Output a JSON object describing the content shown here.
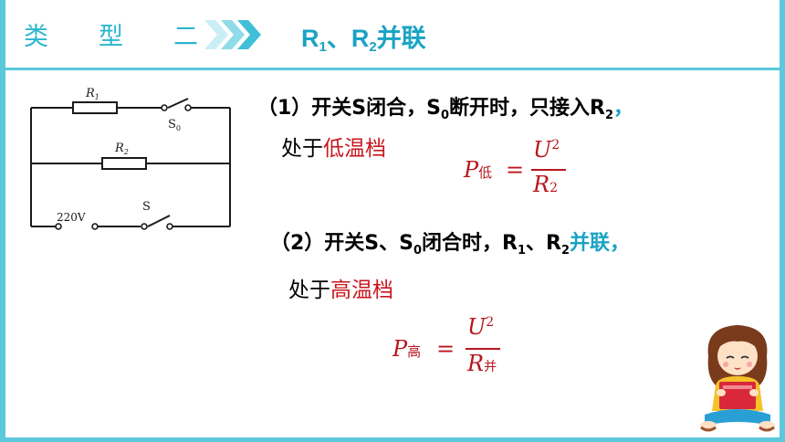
{
  "header": {
    "type_chars": [
      "类",
      "型",
      "二"
    ],
    "title_r1": "R",
    "title_r1_sub": "1",
    "title_sep": "、",
    "title_r2": "R",
    "title_r2_sub": "2",
    "title_tail": "并联",
    "accent_color": "#5bc8dc",
    "title_color": "#1aa3c4"
  },
  "circuit": {
    "r1_label": "R",
    "r1_sub": "1",
    "r2_label": "R",
    "r2_sub": "2",
    "s0_label": "S",
    "s0_sub": "0",
    "voltage_label": "220V",
    "s_label": "S"
  },
  "case1": {
    "prefix": "（1）开关S闭合，S",
    "s_sub": "0",
    "mid": "断开时，只接入R",
    "r_sub": "2",
    "comma": "，",
    "state_prefix": "处于",
    "state": "低温档",
    "formula": {
      "p": "P",
      "p_sub": "低",
      "num": "U",
      "num_exp": "2",
      "den": "R",
      "den_sub": "2"
    }
  },
  "case2": {
    "prefix": "（2）开关S、S",
    "s_sub": "0",
    "mid": "闭合时，R",
    "r1_sub": "1",
    "sep": "、R",
    "r2_sub": "2",
    "tail": "并联，",
    "state_prefix": "处于",
    "state": "高温档",
    "formula": {
      "p": "P",
      "p_sub": "高",
      "num": "U",
      "num_exp": "2",
      "den": "R",
      "den_sub": "并"
    }
  }
}
